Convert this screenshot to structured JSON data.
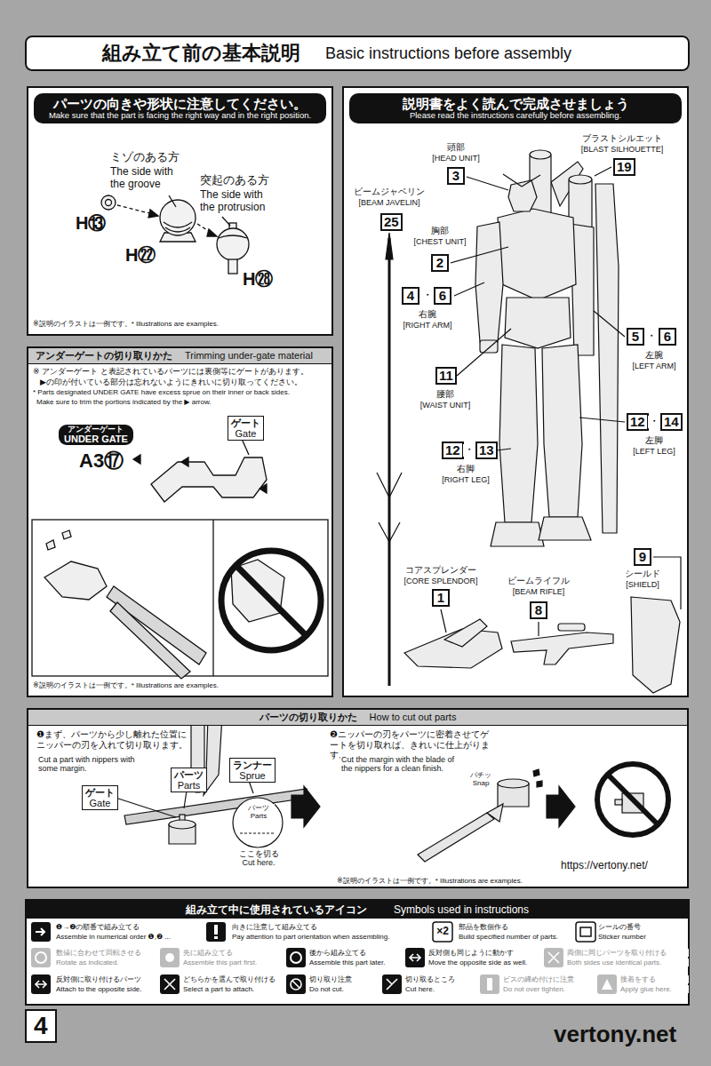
{
  "diagram": {
    "nodes": [
      {
        "text": [
          "組み立て前の基本説明",
          "Basic instructions before assembly"
        ]
      },
      {
        "text": [
          "パーツの向きや形状に注意してください。",
          "Make sure that the part is facing the right way and in the right position."
        ]
      },
      {
        "text": [
          "アンダーゲートの切り取りかた",
          "Trimming under-gate material"
        ]
      },
      {
        "text": [
          "アンダーゲート",
          "UNDER GATE"
        ],
        "in": 2
      },
      {
        "text": [
          "ゲート",
          "Gate"
        ],
        "in": 2
      },
      {
        "text": [
          "説明書をよく読んで完成させましょう",
          "Please read the instructions carefully before assembling."
        ]
      },
      {
        "text": [
          "19"
        ],
        "in": 5
      },
      {
        "text": [
          "3"
        ],
        "in": 5
      },
      {
        "text": [
          "25"
        ],
        "in": 5
      },
      {
        "text": [
          "2"
        ],
        "in": 5
      },
      {
        "text": [
          "4"
        ],
        "in": 5
      },
      {
        "text": [
          "6"
        ],
        "in": 5
      },
      {
        "text": [
          "5"
        ],
        "in": 5
      },
      {
        "text": [
          "6"
        ],
        "in": 5
      },
      {
        "text": [
          "11"
        ],
        "in": 5
      },
      {
        "text": [
          "12"
        ],
        "in": 5
      },
      {
        "text": [
          "14"
        ],
        "in": 5
      },
      {
        "text": [
          "12"
        ],
        "in": 5
      },
      {
        "text": [
          "13"
        ],
        "in": 5
      },
      {
        "text": [
          "9"
        ],
        "in": 5
      },
      {
        "text": [
          "1"
        ],
        "in": 5
      },
      {
        "text": [
          "8"
        ],
        "in": 5
      },
      {
        "text": [
          "パーツの切り取りかた",
          "How to cut out parts"
        ]
      },
      {
        "text": [
          "ランナー",
          "Sprue"
        ],
        "in": 22
      },
      {
        "text": [
          "パーツ",
          "Parts"
        ],
        "in": 22
      },
      {
        "text": [
          "ゲート",
          "Gate"
        ],
        "in": 22
      },
      {
        "text": [
          "組み立て中に使用されているアイコン",
          "Symbols used in instructions"
        ]
      },
      {
        "text": [
          "4"
        ]
      }
    ],
    "labels": [
      "ミゾのある方",
      "The side with the groove",
      "突起のある方",
      "The side with the protrusion",
      "H⑬",
      "H㉒",
      "H㉘",
      "※説明のイラストは一例です。* Illustrations are examples.",
      "※ アンダーゲート と表記されているパーツには裏側等にゲートがあります。",
      "▶の印が付いている部分は忘れないようにきれいに切り取ってください。",
      "* Parts designated UNDER GATE have excess sprue on their inner or back sides.",
      "Make sure to trim the portions indicated by the ▶ arrow.",
      "A3⑰",
      "※説明のイラストは一例です。* Illustrations are examples.",
      "ブラストシルエット",
      "[BLAST SILHOUETTE]",
      "ビームジャベリン",
      "[BEAM JAVELIN]",
      "頭部",
      "[HEAD UNIT]",
      "胸部",
      "[CHEST UNIT]",
      "・",
      "右腕",
      "[RIGHT ARM]",
      "・",
      "左腕",
      "[LEFT ARM]",
      "腰部",
      "[WAIST UNIT]",
      "・",
      "左脚",
      "[LEFT LEG]",
      "・",
      "右脚",
      "[RIGHT LEG]",
      "シールド",
      "[SHIELD]",
      "コアスプレンダー",
      "[CORE SPLENDOR]",
      "ビームライフル",
      "[BEAM RIFLE]",
      "❶まず、パーツから少し離れた位置にニッパーの刃を入れて切り取ります。",
      "Cut a part with nippers with some margin.",
      "パーツ Parts",
      "ここを切る Cut here.",
      "❷ニッパーの刃をパーツに密着させてゲートを切り取れば、きれいに仕上がります。",
      "Cut the margin with the blade of the nippers for a clean finish.",
      "パチッ Snap",
      "※説明のイラストは一例です。* Illustrations are examples.",
      "https://vertony.net/",
      "❶→❷の順番で組み立てる",
      "Assemble in numerical order ❶,❷ ...",
      "向きに注意して組み立てる",
      "Pay attention to part orientation when assembling.",
      "×2",
      "部品を数個作る",
      "Build specified number of parts.",
      "シールの番号",
      "Sticker number",
      "数値に合わせて回転させる",
      "Rotate as indicated.",
      "先に組み立てる",
      "Assemble this part first.",
      "後から組み立てる",
      "Assemble this part later.",
      "反対側も同じように動かす",
      "Move the opposite side as well.",
      "両側に同じパーツを取り付ける",
      "Both sides use identical parts.",
      "反対側に取り付けるパーツ",
      "Attach to the opposite side.",
      "どちらかを選んで取り付ける",
      "Select a part to attach.",
      "切り取り注意",
      "Do not cut.",
      "切り取るところ",
      "Cut here.",
      "ビスの締め付けに注意",
      "Do not over tighten.",
      "接着をする",
      "Apply glue here.",
      "vertony.net"
    ]
  }
}
